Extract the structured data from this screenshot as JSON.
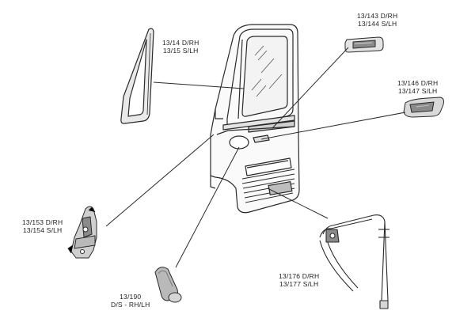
{
  "labels": {
    "vent_window": {
      "line1": "13/14 D/RH",
      "line2": "13/15 S/LH"
    },
    "interior_handle": {
      "line1": "13/143 D/RH",
      "line2": "13/144 S/LH"
    },
    "door_pull": {
      "line1": "13/146 D/RH",
      "line2": "13/147 S/LH"
    },
    "door_lock": {
      "line1": "13/153 D/RH",
      "line2": "13/154 S/LH"
    },
    "winder_handle": {
      "line1": "13/190",
      "line2": "D/S - RH/LH"
    },
    "window_regulator": {
      "line1": "13/176 D/RH",
      "line2": "13/177 S/LH"
    }
  },
  "colors": {
    "line": "#2a2a2a",
    "part_fill": "#e4e4e4",
    "part_dark": "#8a8a8a",
    "part_shadow": "#b9b9b9",
    "glass": "#f3f3f3"
  },
  "icons": [
    "door-panel-drawing",
    "vent-window-seal-drawing",
    "interior-handle-drawing",
    "door-pull-drawing",
    "door-lock-drawing",
    "winder-handle-drawing",
    "window-regulator-drawing"
  ]
}
